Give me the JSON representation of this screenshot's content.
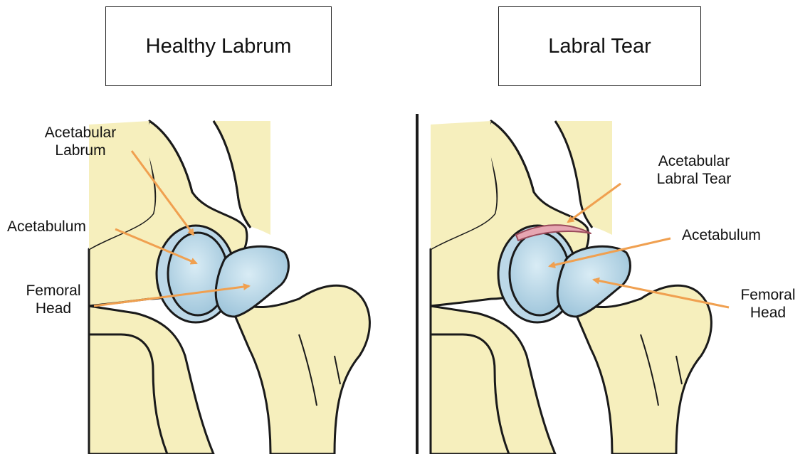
{
  "panels": {
    "left": {
      "title": "Healthy Labrum",
      "labels": {
        "labrum_l1": "Acetabular",
        "labrum_l2": "Labrum",
        "acetabulum": "Acetabulum",
        "femoral_l1": "Femoral",
        "femoral_l2": "Head"
      }
    },
    "right": {
      "title": "Labral Tear",
      "labels": {
        "tear_l1": "Acetabular",
        "tear_l2": "Labral Tear",
        "acetabulum": "Acetabulum",
        "femoral_l1": "Femoral",
        "femoral_l2": "Head"
      }
    }
  },
  "colors": {
    "bone": "#f6efbd",
    "cartilage": "#bcd8e8",
    "arrow": "#f0a050",
    "tear": "#e6a6b2",
    "outline": "#1a1a1a"
  }
}
